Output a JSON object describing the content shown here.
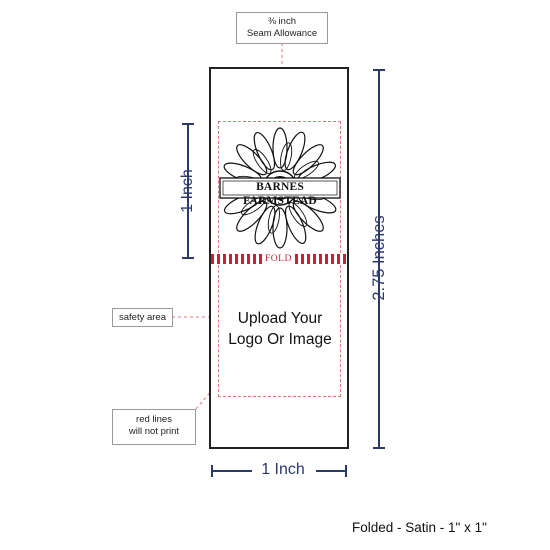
{
  "seam_callout": {
    "fraction": "⅜ inch",
    "text": "Seam Allowance"
  },
  "safety_callout": "safety area",
  "red_lines_callout": {
    "line1": "red lines",
    "line2": "will not print"
  },
  "label": {
    "logo_text": "BARNES FARMSTEAD",
    "fold_text": "FOLD",
    "upload_line1": "Upload Your",
    "upload_line2": "Logo Or Image"
  },
  "dimensions": {
    "left_height": "1 Inch",
    "bottom_width": "1 Inch",
    "right_height": "2.75 Inches"
  },
  "footer": "Folded - Satin - 1\" x 1\"",
  "colors": {
    "dimension": "#2b3a6b",
    "guide": "#c8203a",
    "frame": "#222222"
  }
}
